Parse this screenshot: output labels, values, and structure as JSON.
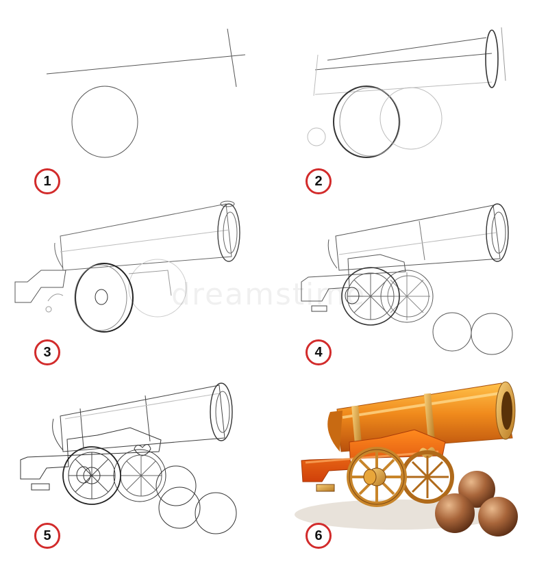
{
  "steps": [
    {
      "number": "1"
    },
    {
      "number": "2"
    },
    {
      "number": "3"
    },
    {
      "number": "4"
    },
    {
      "number": "5"
    },
    {
      "number": "6"
    }
  ],
  "watermark": "dreamstime",
  "colors": {
    "badge_ring": "#d22b2b",
    "sketch_line": "#444444",
    "guide_line": "#bbbbbb",
    "cannon_orange": "#f07a1a",
    "cannon_gold": "#e8a63a",
    "cannonball_brown": "#9c5a2e"
  }
}
